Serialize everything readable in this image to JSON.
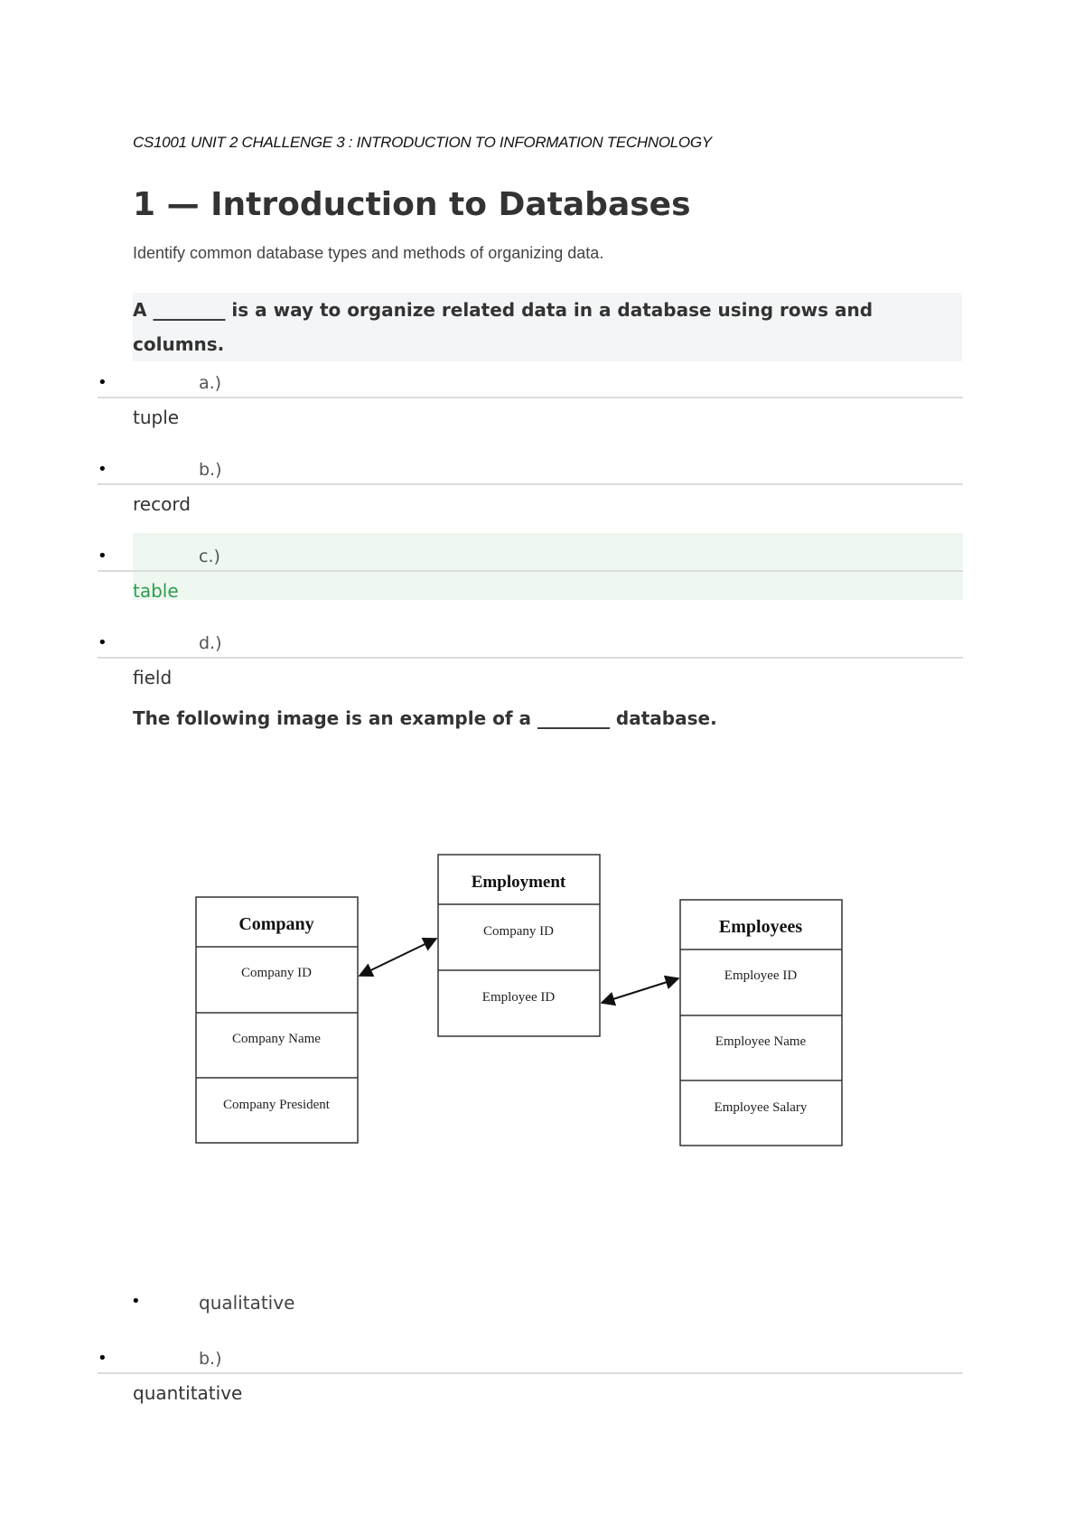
{
  "doc_header": "CS1001 UNIT 2 CHALLENGE 3 : INTRODUCTION TO INFORMATION TECHNOLOGY",
  "section_title": "1 — Introduction to Databases",
  "section_subtitle": "Identify common database types and methods of organizing data.",
  "question1": {
    "text": "A ________ is a way to organize related data in a database using rows and columns.",
    "options": [
      {
        "label": "a.)",
        "text": "tuple",
        "selected": false
      },
      {
        "label": "b.)",
        "text": "record",
        "selected": false
      },
      {
        "label": "c.)",
        "text": "table",
        "selected": true
      },
      {
        "label": "d.)",
        "text": "field",
        "selected": false
      }
    ]
  },
  "question2": {
    "text": "The following image is an example of a ________ database.",
    "options": [
      {
        "label": "",
        "text": "qualitative"
      },
      {
        "label": "b.)",
        "text": "quantitative"
      }
    ]
  },
  "diagram": {
    "tables": [
      {
        "name": "Company",
        "fields": [
          "Company ID",
          "Company Name",
          "Company President"
        ]
      },
      {
        "name": "Employment",
        "fields": [
          "Company ID",
          "Employee ID"
        ]
      },
      {
        "name": "Employees",
        "fields": [
          "Employee ID",
          "Employee Name",
          "Employee Salary"
        ]
      }
    ]
  },
  "colors": {
    "correct": "#2e9e4f",
    "selected_bg": "#eef8f0",
    "question_bg": "#f4f5f7"
  }
}
